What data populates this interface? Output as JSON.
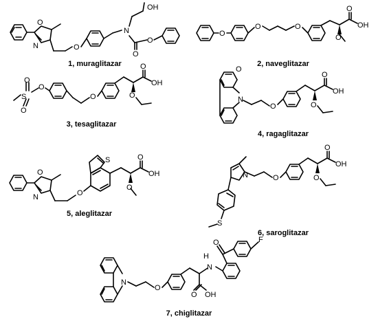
{
  "compounds": [
    {
      "caption": "1, muraglitazar"
    },
    {
      "caption": "2, naveglitazar"
    },
    {
      "caption": "3, tesaglitazar"
    },
    {
      "caption": "4, ragaglitazar"
    },
    {
      "caption": "5, aleglitazar"
    },
    {
      "caption": "6, saroglitazar"
    },
    {
      "caption": "7, chiglitazar"
    }
  ],
  "atom_labels": {
    "O": "O",
    "N": "N",
    "S": "S",
    "F": "F",
    "OH": "OH",
    "H": "H",
    "NH": "NH"
  }
}
